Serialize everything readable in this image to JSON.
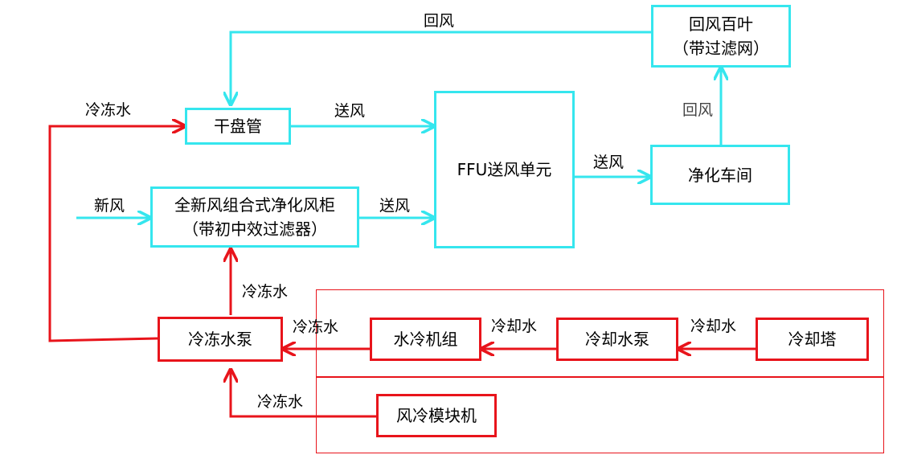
{
  "colors": {
    "air": "#35e6ee",
    "water": "#e8141b"
  },
  "nodes": {
    "return_louver": "回风百叶\n（带过滤网）",
    "dry_coil": "干盘管",
    "ffu": "FFU送风单元",
    "clean_room": "净化车间",
    "ahu": "全新风组合式净化风柜\n（带初中效过滤器）",
    "chw_pump": "冷冻水泵",
    "chiller": "水冷机组",
    "cw_pump": "冷却水泵",
    "cooling_tower": "冷却塔",
    "air_cooled_module": "风冷模块机"
  },
  "labels": {
    "return_air_top": "回风",
    "return_air_side": "回风",
    "supply_air_coil": "送风",
    "supply_air_ffu": "送风",
    "supply_air_ahu": "送风",
    "fresh_air": "新风",
    "chw_to_coil": "冷冻水",
    "chw_to_ahu": "冷冻水",
    "chw_from_chiller": "冷冻水",
    "chw_from_module": "冷冻水",
    "cw_to_chiller": "冷却水",
    "cw_from_tower": "冷却水"
  }
}
